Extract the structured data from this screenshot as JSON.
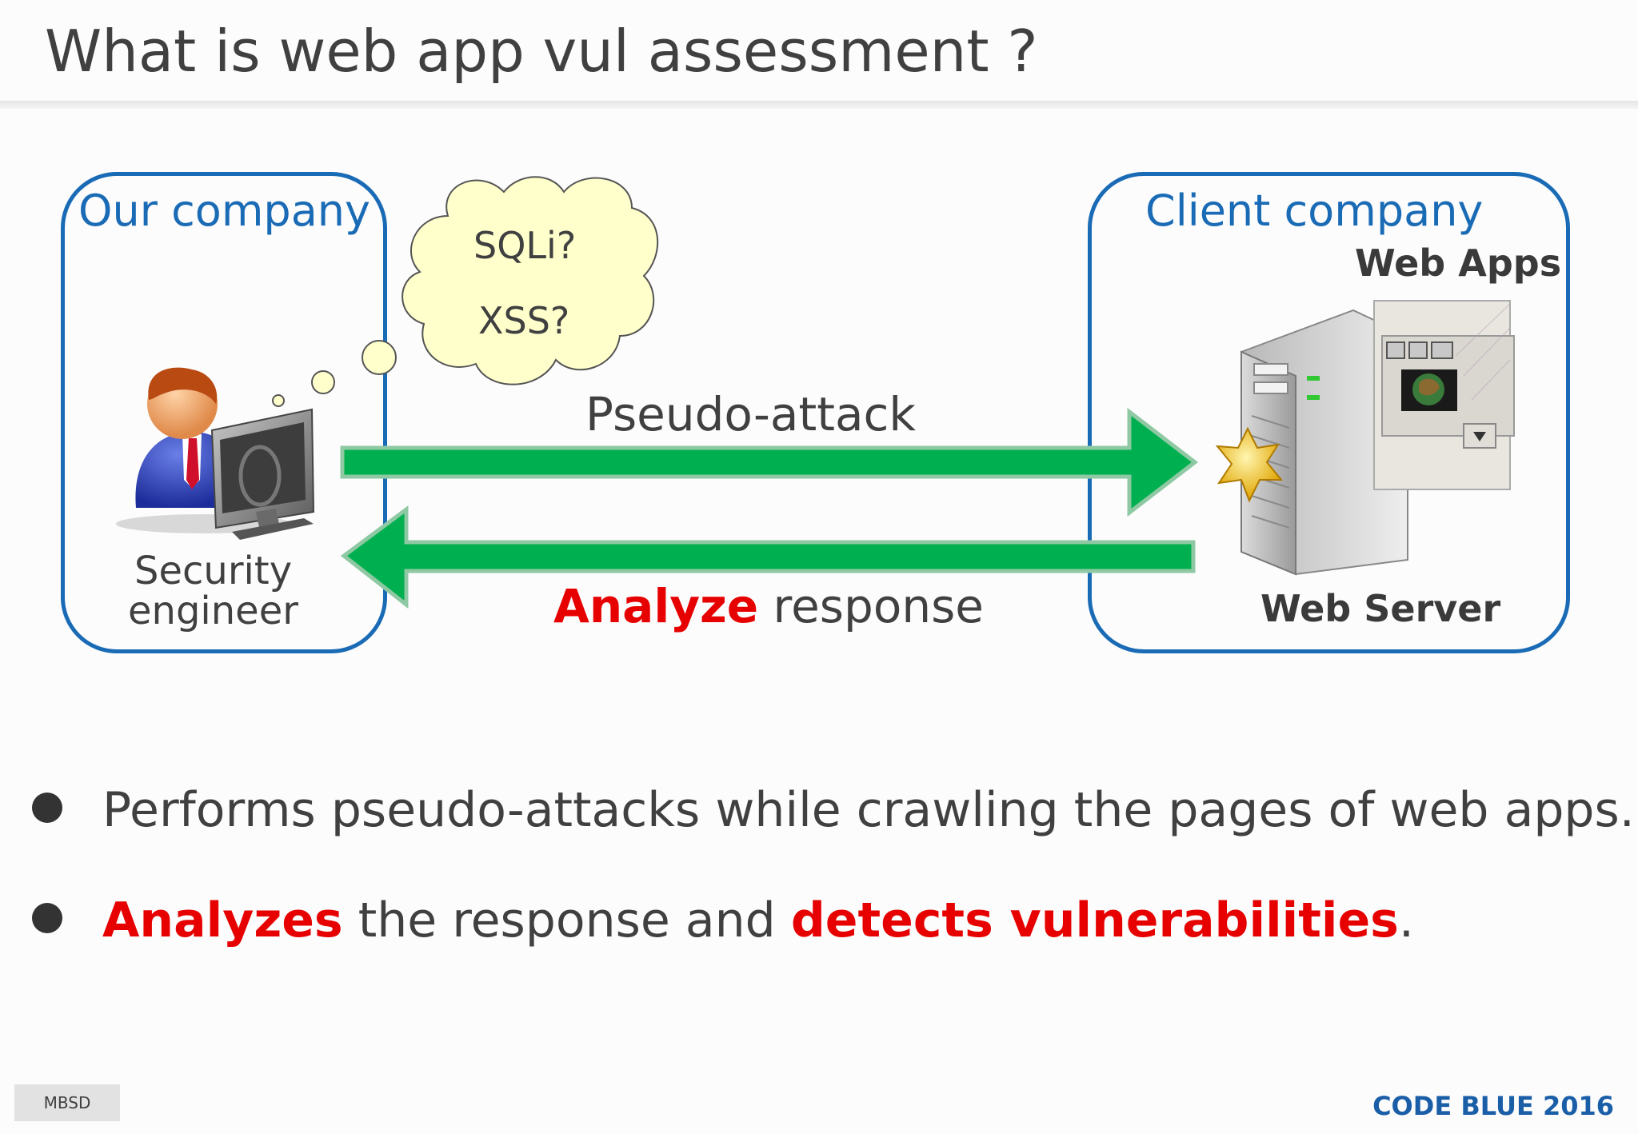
{
  "title": "What is web app vul assessment ?",
  "diagram": {
    "left_box_label": "Our company",
    "right_box_label": "Client company",
    "thought_bubble": [
      "SQLi?",
      "XSS?"
    ],
    "engineer_label_line1": "Security",
    "engineer_label_line2": "engineer",
    "arrow_top_label": "Pseudo-attack",
    "arrow_bottom_label_emph": "Analyze",
    "arrow_bottom_label_rest": " response",
    "web_apps_label": "Web Apps",
    "web_server_label": "Web Server"
  },
  "bullets": {
    "b1": "Performs pseudo-attacks while crawling the pages of web apps.",
    "b2_emph1": "Analyzes",
    "b2_mid": " the response and ",
    "b2_emph2": "detects vulnerabilities",
    "b2_end": "."
  },
  "footer": {
    "tag": "MBSD",
    "brand": "CODE BLUE 2016"
  },
  "colors": {
    "box_border": "#1a6bb5",
    "arrow": "#00b050",
    "emphasis": "#e60000",
    "bubble": "#ffffcc"
  }
}
